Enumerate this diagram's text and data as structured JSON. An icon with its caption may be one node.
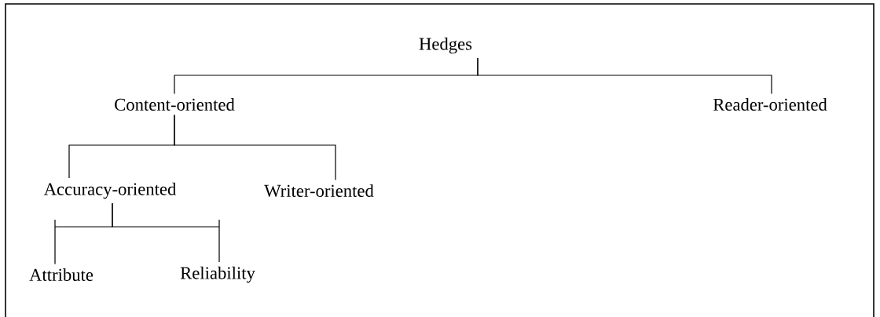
{
  "diagram": {
    "nodes": [
      {
        "text": [
          "Hedges"
        ]
      },
      {
        "text": [
          "Content-oriented"
        ]
      },
      {
        "text": [
          "Reader-oriented"
        ]
      },
      {
        "text": [
          "Accuracy-oriented"
        ]
      },
      {
        "text": [
          "Writer-oriented"
        ]
      },
      {
        "text": [
          "Attribute"
        ]
      },
      {
        "text": [
          "Reliability"
        ]
      }
    ],
    "edges": [
      {
        "from": 0,
        "to": 1,
        "arrow": "none"
      },
      {
        "from": 0,
        "to": 2,
        "arrow": "none"
      },
      {
        "from": 1,
        "to": 3,
        "arrow": "none"
      },
      {
        "from": 1,
        "to": 4,
        "arrow": "none"
      },
      {
        "from": 3,
        "to": 5,
        "arrow": "none"
      },
      {
        "from": 3,
        "to": 6,
        "arrow": "none"
      }
    ]
  }
}
